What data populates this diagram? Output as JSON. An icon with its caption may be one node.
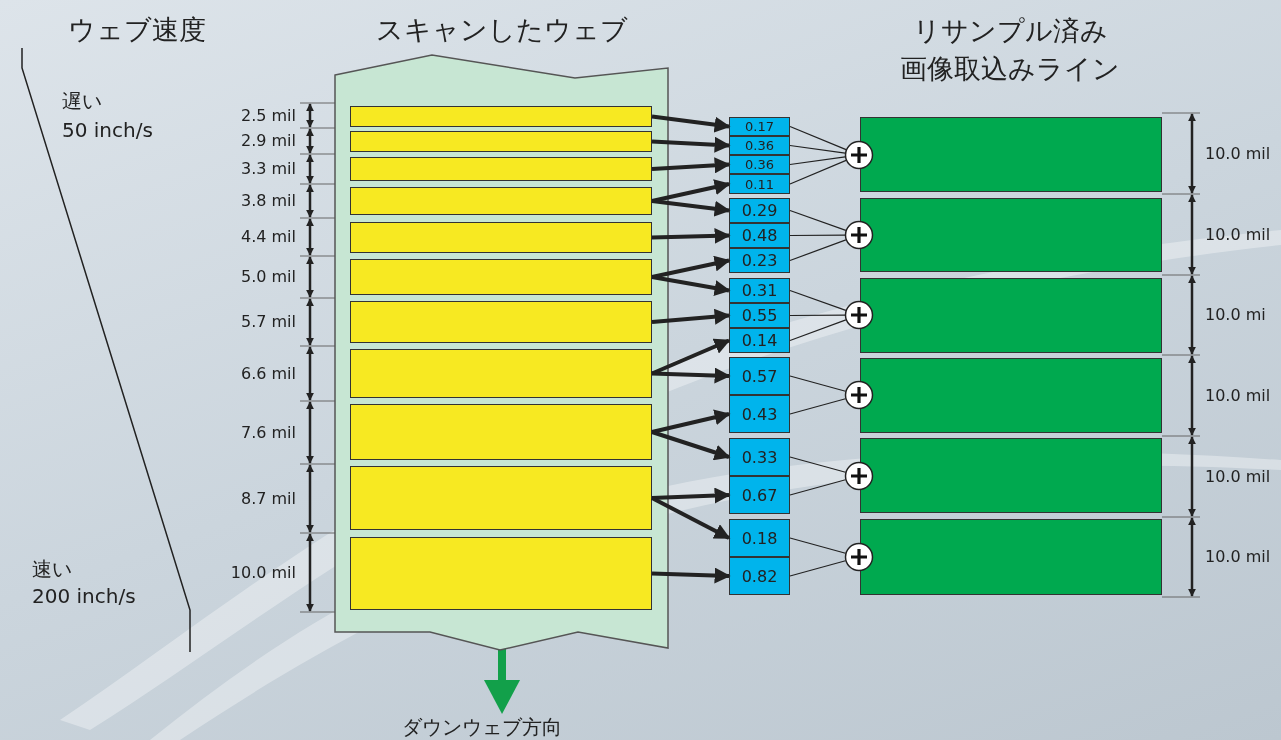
{
  "diagram": {
    "nodes": [
      {
        "text": [
          "スキャンしたウェブ"
        ]
      },
      {
        "text": [],
        "shape": "box",
        "in": 0
      },
      {
        "text": [],
        "shape": "box",
        "in": 0
      },
      {
        "text": [],
        "shape": "box",
        "in": 0
      },
      {
        "text": [],
        "shape": "box",
        "in": 0
      },
      {
        "text": [],
        "shape": "box",
        "in": 0
      },
      {
        "text": [],
        "shape": "box",
        "in": 0
      },
      {
        "text": [],
        "shape": "box",
        "in": 0
      },
      {
        "text": [],
        "shape": "box",
        "in": 0
      },
      {
        "text": [],
        "shape": "box",
        "in": 0
      },
      {
        "text": [],
        "shape": "box",
        "in": 0
      },
      {
        "text": [],
        "shape": "box",
        "in": 0
      },
      {
        "text": [
          "0.17"
        ]
      },
      {
        "text": [
          "0.36"
        ]
      },
      {
        "text": [
          "0.36"
        ]
      },
      {
        "text": [
          "0.11"
        ]
      },
      {
        "text": [
          "0.29"
        ]
      },
      {
        "text": [
          "0.48"
        ]
      },
      {
        "text": [
          "0.23"
        ]
      },
      {
        "text": [
          "0.31"
        ]
      },
      {
        "text": [
          "0.55"
        ]
      },
      {
        "text": [
          "0.14"
        ]
      },
      {
        "text": [
          "0.57"
        ]
      },
      {
        "text": [
          "0.43"
        ]
      },
      {
        "text": [
          "0.33"
        ]
      },
      {
        "text": [
          "0.67"
        ]
      },
      {
        "text": [
          "0.18"
        ]
      },
      {
        "text": [
          "0.82"
        ]
      },
      {
        "text": [],
        "shape": "circle"
      },
      {
        "text": [],
        "shape": "circle"
      },
      {
        "text": [],
        "shape": "circle"
      },
      {
        "text": [],
        "shape": "circle"
      },
      {
        "text": [],
        "shape": "circle"
      },
      {
        "text": [],
        "shape": "circle"
      },
      {
        "text": [],
        "shape": "box"
      },
      {
        "text": [],
        "shape": "box"
      },
      {
        "text": [],
        "shape": "box"
      },
      {
        "text": [],
        "shape": "box"
      },
      {
        "text": [],
        "shape": "box"
      },
      {
        "text": [],
        "shape": "box"
      }
    ],
    "edges": [
      {
        "from": 1,
        "to": 12,
        "arrow": "to",
        "style": "thick"
      },
      {
        "from": 2,
        "to": 13,
        "arrow": "to",
        "style": "thick"
      },
      {
        "from": 3,
        "to": 14,
        "arrow": "to",
        "style": "thick"
      },
      {
        "from": 4,
        "to": 15,
        "arrow": "to",
        "style": "thick"
      },
      {
        "from": 4,
        "to": 16,
        "arrow": "to",
        "style": "thick"
      },
      {
        "from": 5,
        "to": 17,
        "arrow": "to",
        "style": "thick"
      },
      {
        "from": 6,
        "to": 18,
        "arrow": "to",
        "style": "thick"
      },
      {
        "from": 6,
        "to": 19,
        "arrow": "to",
        "style": "thick"
      },
      {
        "from": 7,
        "to": 20,
        "arrow": "to",
        "style": "thick"
      },
      {
        "from": 8,
        "to": 21,
        "arrow": "to",
        "style": "thick"
      },
      {
        "from": 8,
        "to": 22,
        "arrow": "to",
        "style": "thick"
      },
      {
        "from": 9,
        "to": 23,
        "arrow": "to",
        "style": "thick"
      },
      {
        "from": 9,
        "to": 24,
        "arrow": "to",
        "style": "thick"
      },
      {
        "from": 10,
        "to": 25,
        "arrow": "to",
        "style": "thick"
      },
      {
        "from": 10,
        "to": 26,
        "arrow": "to",
        "style": "thick"
      },
      {
        "from": 11,
        "to": 27,
        "arrow": "to",
        "style": "thick"
      },
      {
        "from": 12,
        "to": 28,
        "arrow": "none"
      },
      {
        "from": 13,
        "to": 28,
        "arrow": "none"
      },
      {
        "from": 14,
        "to": 28,
        "arrow": "none"
      },
      {
        "from": 15,
        "to": 28,
        "arrow": "none"
      },
      {
        "from": 16,
        "to": 29,
        "arrow": "none"
      },
      {
        "from": 17,
        "to": 29,
        "arrow": "none"
      },
      {
        "from": 18,
        "to": 29,
        "arrow": "none"
      },
      {
        "from": 19,
        "to": 30,
        "arrow": "none"
      },
      {
        "from": 20,
        "to": 30,
        "arrow": "none"
      },
      {
        "from": 21,
        "to": 30,
        "arrow": "none"
      },
      {
        "from": 22,
        "to": 31,
        "arrow": "none"
      },
      {
        "from": 23,
        "to": 31,
        "arrow": "none"
      },
      {
        "from": 24,
        "to": 32,
        "arrow": "none"
      },
      {
        "from": 25,
        "to": 32,
        "arrow": "none"
      },
      {
        "from": 26,
        "to": 33,
        "arrow": "none"
      },
      {
        "from": 27,
        "to": 33,
        "arrow": "none"
      }
    ],
    "labels": [
      "ウェブ速度",
      "リサンプル済み画像取込みライン",
      "遅い",
      "50 inch/s",
      "2.5 mil",
      "2.9 mil",
      "3.3 mil",
      "3.8 mil",
      "4.4 mil",
      "5.0 mil",
      "5.7 mil",
      "6.6 mil",
      "7.6 mil",
      "8.7 mil",
      "10.0 mil",
      "10.0 mil",
      "10.0 mil",
      "10.0 mi",
      "10.0 mil",
      "10.0 mil",
      "10.0 mil",
      "速い",
      "200 inch/s",
      "ダウンウェブ方向"
    ]
  }
}
